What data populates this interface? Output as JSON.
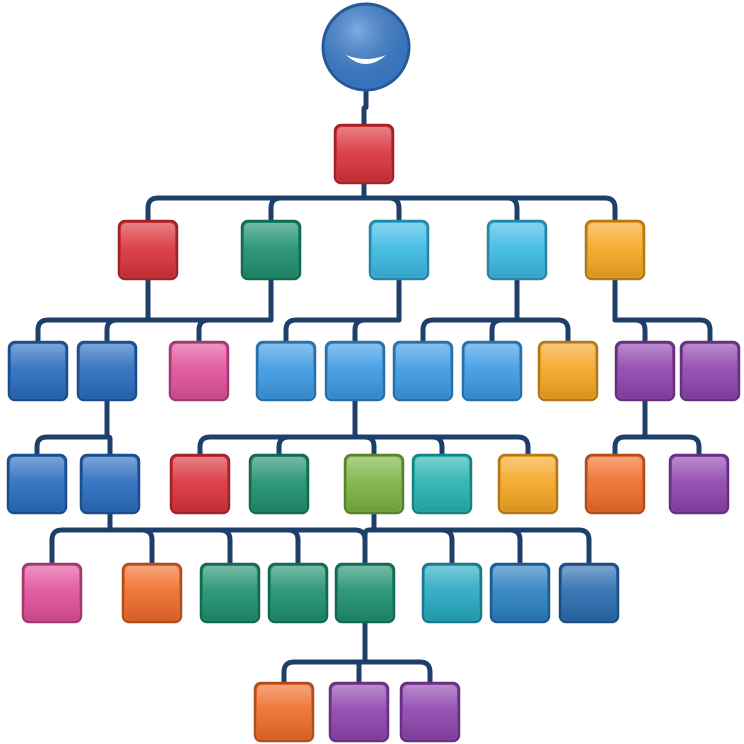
{
  "diagram": {
    "root": {
      "id": "root",
      "kind": "circle",
      "color": "#3a7fd4",
      "icon": "smile-face-icon"
    },
    "nodes": [
      {
        "id": "n1",
        "level": 1,
        "color": "#d9333a"
      },
      {
        "id": "n2a",
        "level": 2,
        "color": "#d9333a"
      },
      {
        "id": "n2b",
        "level": 2,
        "color": "#1f9070"
      },
      {
        "id": "n2c",
        "level": 2,
        "color": "#3bb9e2"
      },
      {
        "id": "n2d",
        "level": 2,
        "color": "#3bb9e2"
      },
      {
        "id": "n2e",
        "level": 2,
        "color": "#f5a623"
      },
      {
        "id": "n3a",
        "level": 3,
        "color": "#2a6cc0"
      },
      {
        "id": "n3b",
        "level": 3,
        "color": "#2a6cc0"
      },
      {
        "id": "n3c",
        "level": 3,
        "color": "#e0519a"
      },
      {
        "id": "n3d",
        "level": 3,
        "color": "#3c9ae4"
      },
      {
        "id": "n3e",
        "level": 3,
        "color": "#3c9ae4"
      },
      {
        "id": "n3f",
        "level": 3,
        "color": "#3c9ae4"
      },
      {
        "id": "n3g",
        "level": 3,
        "color": "#3c9ae4"
      },
      {
        "id": "n3h",
        "level": 3,
        "color": "#f5a623"
      },
      {
        "id": "n3i",
        "level": 3,
        "color": "#8e44ad"
      },
      {
        "id": "n3j",
        "level": 3,
        "color": "#8e44ad"
      },
      {
        "id": "n4a",
        "level": 4,
        "color": "#2a6cc0"
      },
      {
        "id": "n4b",
        "level": 4,
        "color": "#2a6cc0"
      },
      {
        "id": "n4c",
        "level": 4,
        "color": "#d9333a"
      },
      {
        "id": "n4d",
        "level": 4,
        "color": "#1f9070"
      },
      {
        "id": "n4e",
        "level": 4,
        "color": "#7cb342"
      },
      {
        "id": "n4f",
        "level": 4,
        "color": "#26b3b0"
      },
      {
        "id": "n4g",
        "level": 4,
        "color": "#f5a623"
      },
      {
        "id": "n4h",
        "level": 4,
        "color": "#ef6c2a"
      },
      {
        "id": "n4i",
        "level": 4,
        "color": "#8e44ad"
      },
      {
        "id": "n5a",
        "level": 5,
        "color": "#e0519a"
      },
      {
        "id": "n5b",
        "level": 5,
        "color": "#ef6c2a"
      },
      {
        "id": "n5c",
        "level": 5,
        "color": "#1f9070"
      },
      {
        "id": "n5d",
        "level": 5,
        "color": "#1f9070"
      },
      {
        "id": "n5e",
        "level": 5,
        "color": "#1f9070"
      },
      {
        "id": "n5f",
        "level": 5,
        "color": "#26a9c0"
      },
      {
        "id": "n5g",
        "level": 5,
        "color": "#2a7fc0"
      },
      {
        "id": "n5h",
        "level": 5,
        "color": "#2a6cb0"
      },
      {
        "id": "n6a",
        "level": 6,
        "color": "#ef6c2a"
      },
      {
        "id": "n6b",
        "level": 6,
        "color": "#8e44ad"
      },
      {
        "id": "n6c",
        "level": 6,
        "color": "#8e44ad"
      }
    ],
    "edges": [
      [
        "root",
        "n1"
      ],
      [
        "n1",
        "n2a"
      ],
      [
        "n1",
        "n2b"
      ],
      [
        "n1",
        "n2c"
      ],
      [
        "n1",
        "n2d"
      ],
      [
        "n1",
        "n2e"
      ],
      [
        "n2a",
        "n3a"
      ],
      [
        "n2b",
        "n3b"
      ],
      [
        "n2b",
        "n3c"
      ],
      [
        "n2c",
        "n3d"
      ],
      [
        "n2c",
        "n3e"
      ],
      [
        "n2d",
        "n3f"
      ],
      [
        "n2d",
        "n3g"
      ],
      [
        "n2d",
        "n3h"
      ],
      [
        "n2e",
        "n3i"
      ],
      [
        "n2e",
        "n3j"
      ],
      [
        "n3b",
        "n4a"
      ],
      [
        "n3b",
        "n4b"
      ],
      [
        "n3e",
        "n4c"
      ],
      [
        "n3e",
        "n4d"
      ],
      [
        "n3e",
        "n4e"
      ],
      [
        "n3e",
        "n4f"
      ],
      [
        "n3e",
        "n4g"
      ],
      [
        "n3i",
        "n4h"
      ],
      [
        "n3i",
        "n4i"
      ],
      [
        "n4b",
        "n5a"
      ],
      [
        "n4b",
        "n5b"
      ],
      [
        "n4b",
        "n5c"
      ],
      [
        "n4b",
        "n5d"
      ],
      [
        "n4b",
        "n5e"
      ],
      [
        "n4e",
        "n5e"
      ],
      [
        "n4e",
        "n5f"
      ],
      [
        "n4e",
        "n5g"
      ],
      [
        "n4e",
        "n5h"
      ],
      [
        "n5e",
        "n6a"
      ],
      [
        "n5e",
        "n6b"
      ],
      [
        "n5e",
        "n6c"
      ]
    ]
  }
}
